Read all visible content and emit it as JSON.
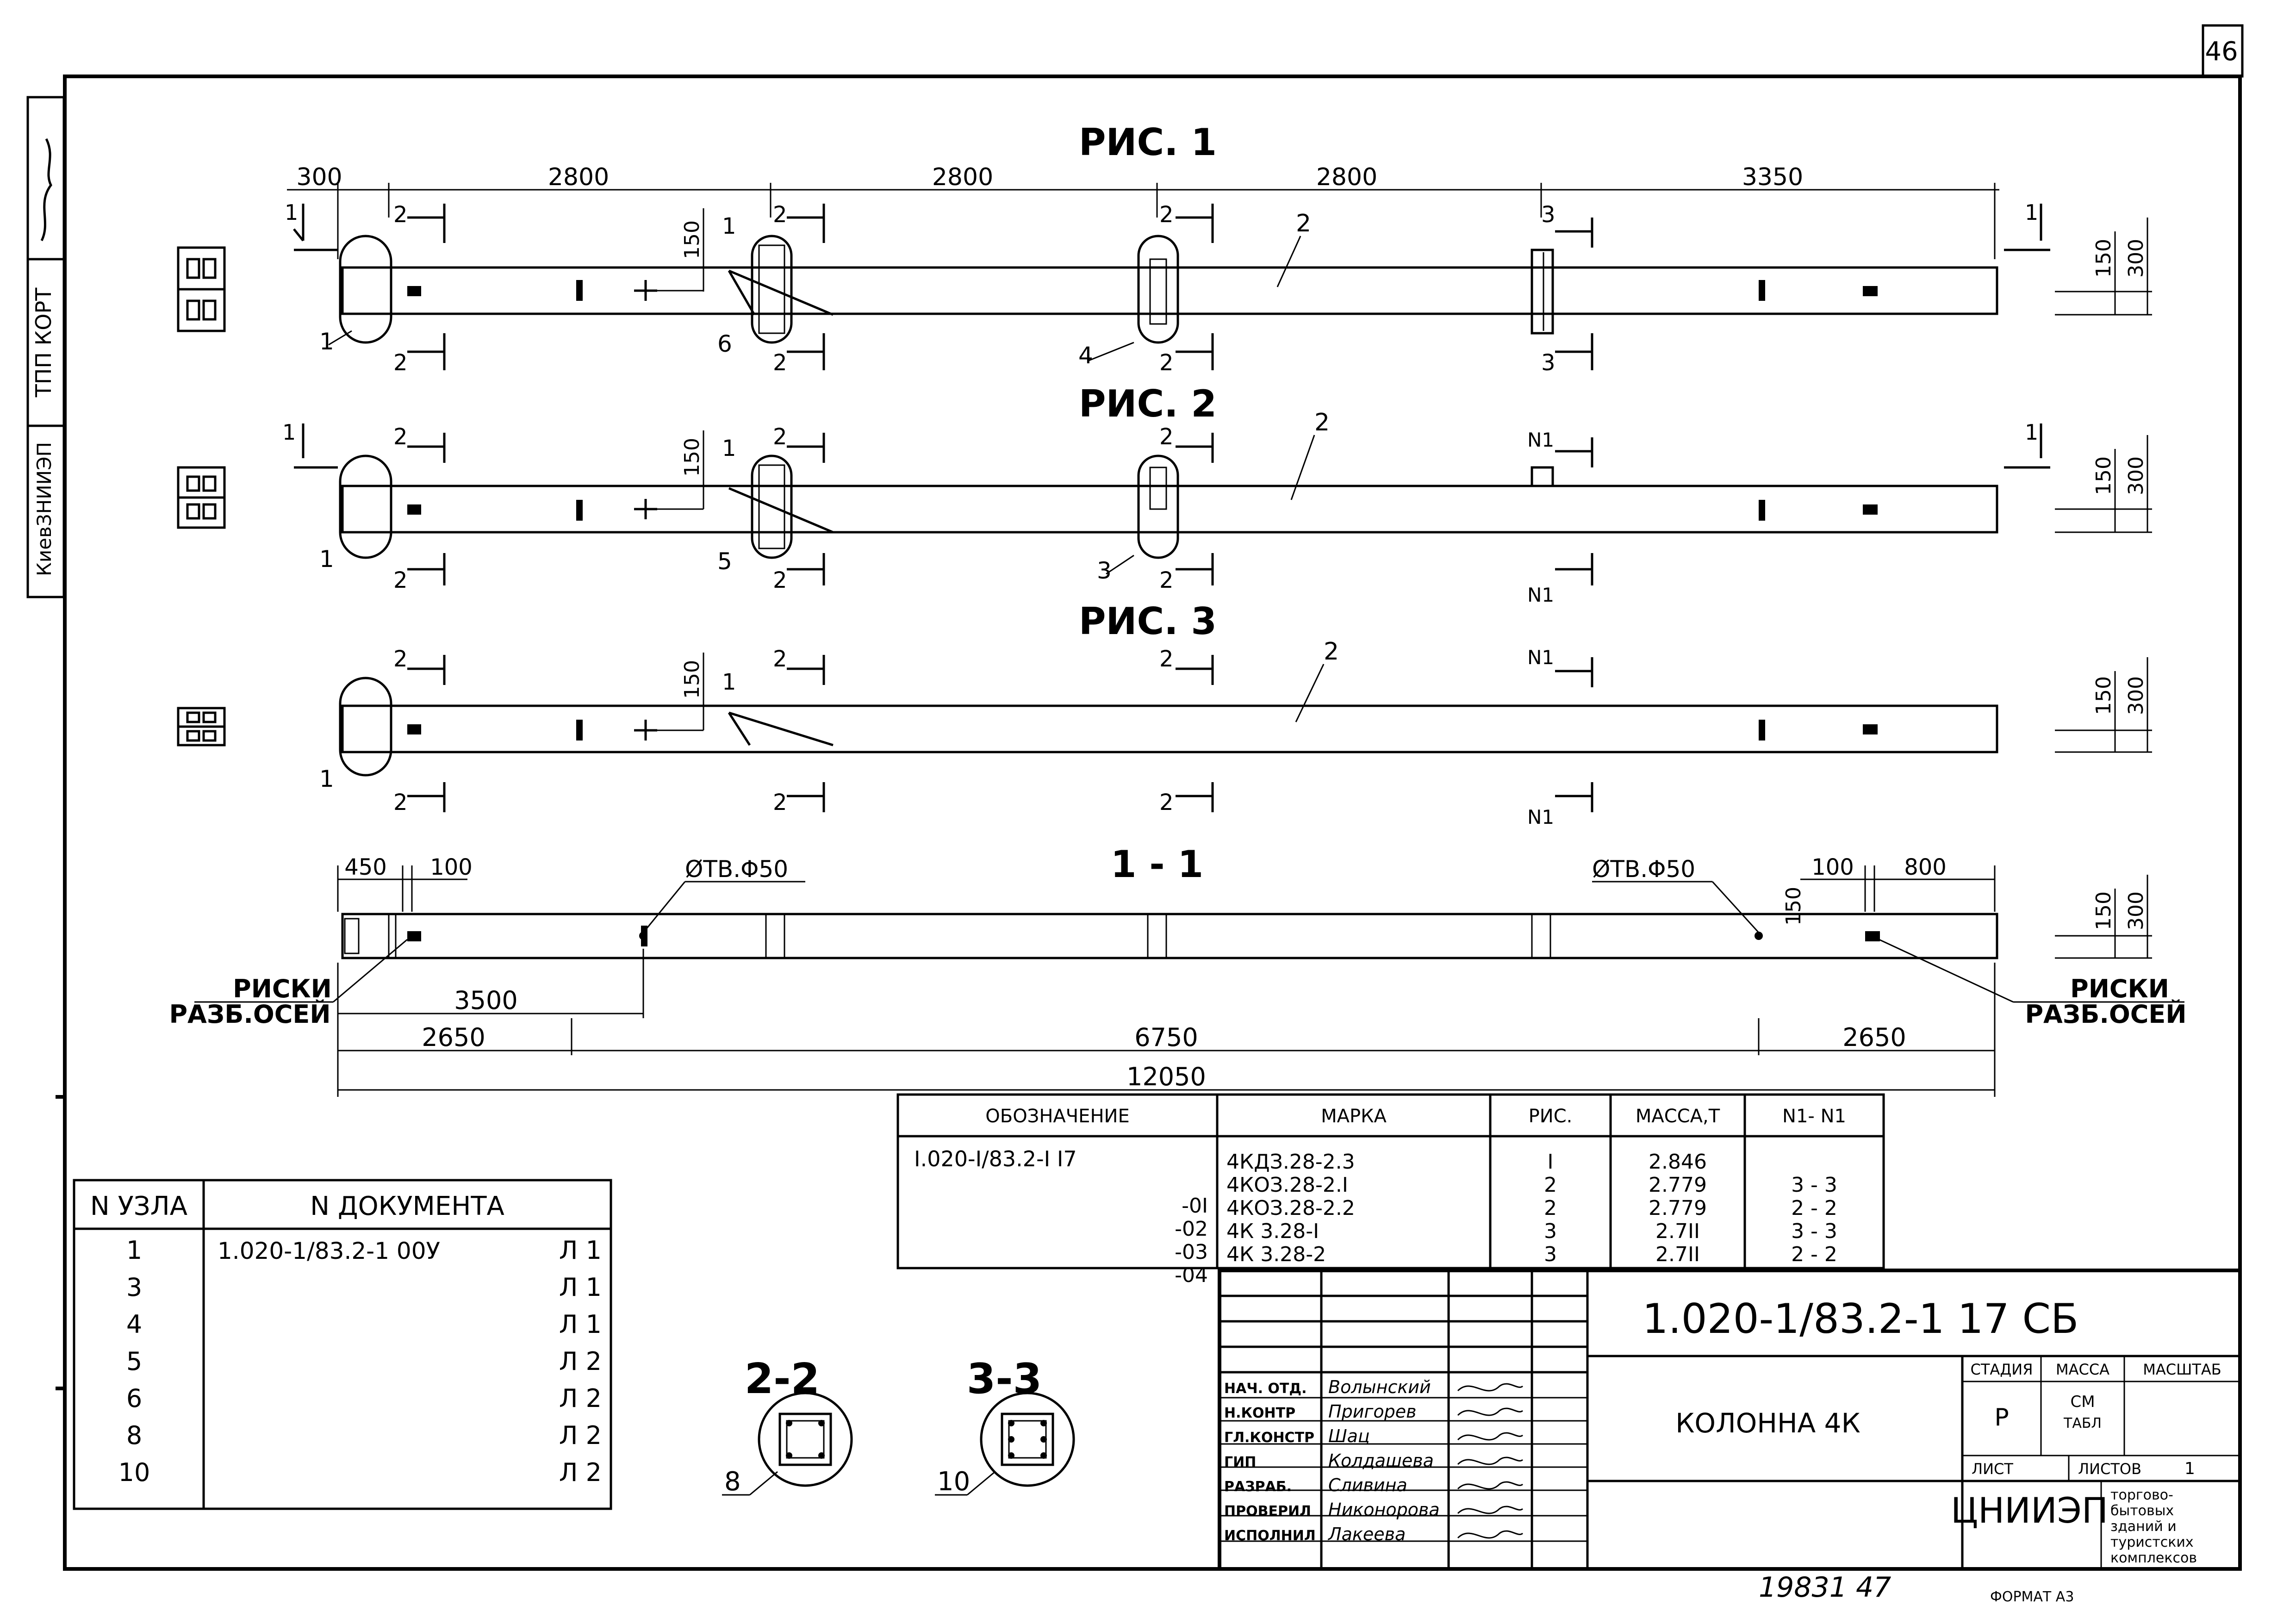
{
  "page_number": "46",
  "side_stamp": {
    "org1": "КиевЗНИИЭП",
    "org2": "ТПП КОРТ",
    "signature": "Подпись"
  },
  "figures": {
    "fig1_title": "РИС. 1",
    "fig2_title": "РИС. 2",
    "fig3_title": "РИС. 3",
    "sec11_title": "1 - 1",
    "top_dims": [
      "300",
      "2800",
      "2800",
      "2800",
      "3350"
    ],
    "dim150": "150",
    "dim300": "300",
    "cut1": "1",
    "cut2": "2",
    "cut3": "3",
    "cutN1": "N1",
    "node1": "1",
    "node2": "2",
    "node3": "3",
    "node4": "4",
    "node5": "5",
    "node6": "6",
    "sec_dims_top": [
      "450",
      "100",
      "100",
      "800"
    ],
    "hole_label": "ØТВ.Φ50",
    "marks_line1": "РИСКИ",
    "marks_line2": "РАЗБ.ОСЕЙ",
    "dim3500": "3500",
    "bottom_dims": [
      "2650",
      "6750",
      "2650"
    ],
    "overall": "12050"
  },
  "sections": {
    "s22": "2-2",
    "s33": "3-3",
    "s22_node": "8",
    "s33_node": "10"
  },
  "spec_table": {
    "headers": [
      "ОБОЗНАЧЕНИЕ",
      "МАРКА",
      "РИС.",
      "МАССА,Т",
      "N1- N1"
    ],
    "base": "I.020-I/83.2-I I7",
    "rows": [
      {
        "suffix": "",
        "mark": "4КДЗ.28-2.3",
        "fig": "I",
        "mass": "2.846",
        "n1": ""
      },
      {
        "suffix": "-0I",
        "mark": "4КОЗ.28-2.I",
        "fig": "2",
        "mass": "2.779",
        "n1": "3 - 3"
      },
      {
        "suffix": "-02",
        "mark": "4КОЗ.28-2.2",
        "fig": "2",
        "mass": "2.779",
        "n1": "2 - 2"
      },
      {
        "suffix": "-03",
        "mark": "4К 3.28-I",
        "fig": "3",
        "mass": "2.7II",
        "n1": "3 - 3"
      },
      {
        "suffix": "-04",
        "mark": "4К 3.28-2",
        "fig": "3",
        "mass": "2.7II",
        "n1": "2 - 2"
      }
    ]
  },
  "node_table": {
    "headers": [
      "N УЗЛА",
      "N ДОКУМЕНТА"
    ],
    "rows": [
      {
        "node": "1",
        "doc": "1.020-1/83.2-1 00У",
        "sheet": "Л 1"
      },
      {
        "node": "3",
        "doc": "",
        "sheet": "Л 1"
      },
      {
        "node": "4",
        "doc": "",
        "sheet": "Л 1"
      },
      {
        "node": "5",
        "doc": "",
        "sheet": "Л 2"
      },
      {
        "node": "6",
        "doc": "",
        "sheet": "Л 2"
      },
      {
        "node": "8",
        "doc": "",
        "sheet": "Л 2"
      },
      {
        "node": "10",
        "doc": "",
        "sheet": "Л 2"
      }
    ]
  },
  "title_block": {
    "code": "1.020-1/83.2-1  17 СБ",
    "name": "КОЛОННА 4К",
    "roles": [
      {
        "role": "НАЧ. ОТД.",
        "person": "Волынский"
      },
      {
        "role": "Н.КОНТР",
        "person": "Пригорев"
      },
      {
        "role": "ГЛ.КОНСТР",
        "person": "Шац"
      },
      {
        "role": "ГИП",
        "person": "Колдашева"
      },
      {
        "role": "РАЗРАБ.",
        "person": "Сливина"
      },
      {
        "role": "ПРОВЕРИЛ",
        "person": "Никонорова"
      },
      {
        "role": "ИСПОЛНИЛ",
        "person": "Лакеева"
      }
    ],
    "stage_label": "СТАДИЯ",
    "mass_label": "МАССА",
    "scale_label": "МАСШТАБ",
    "stage_value": "Р",
    "mass_value_1": "СМ",
    "mass_value_2": "ТАБЛ",
    "sheet_label": "ЛИСТ",
    "sheets_label": "ЛИСТОВ",
    "sheets_value": "1",
    "org": "ЦНИИЭП",
    "org_desc": [
      "торгово-",
      "бытовых",
      "зданий и",
      "туристских",
      "комплексов"
    ]
  },
  "footer": {
    "inventory": "19831  47",
    "format": "ФОРМАТ А3"
  }
}
